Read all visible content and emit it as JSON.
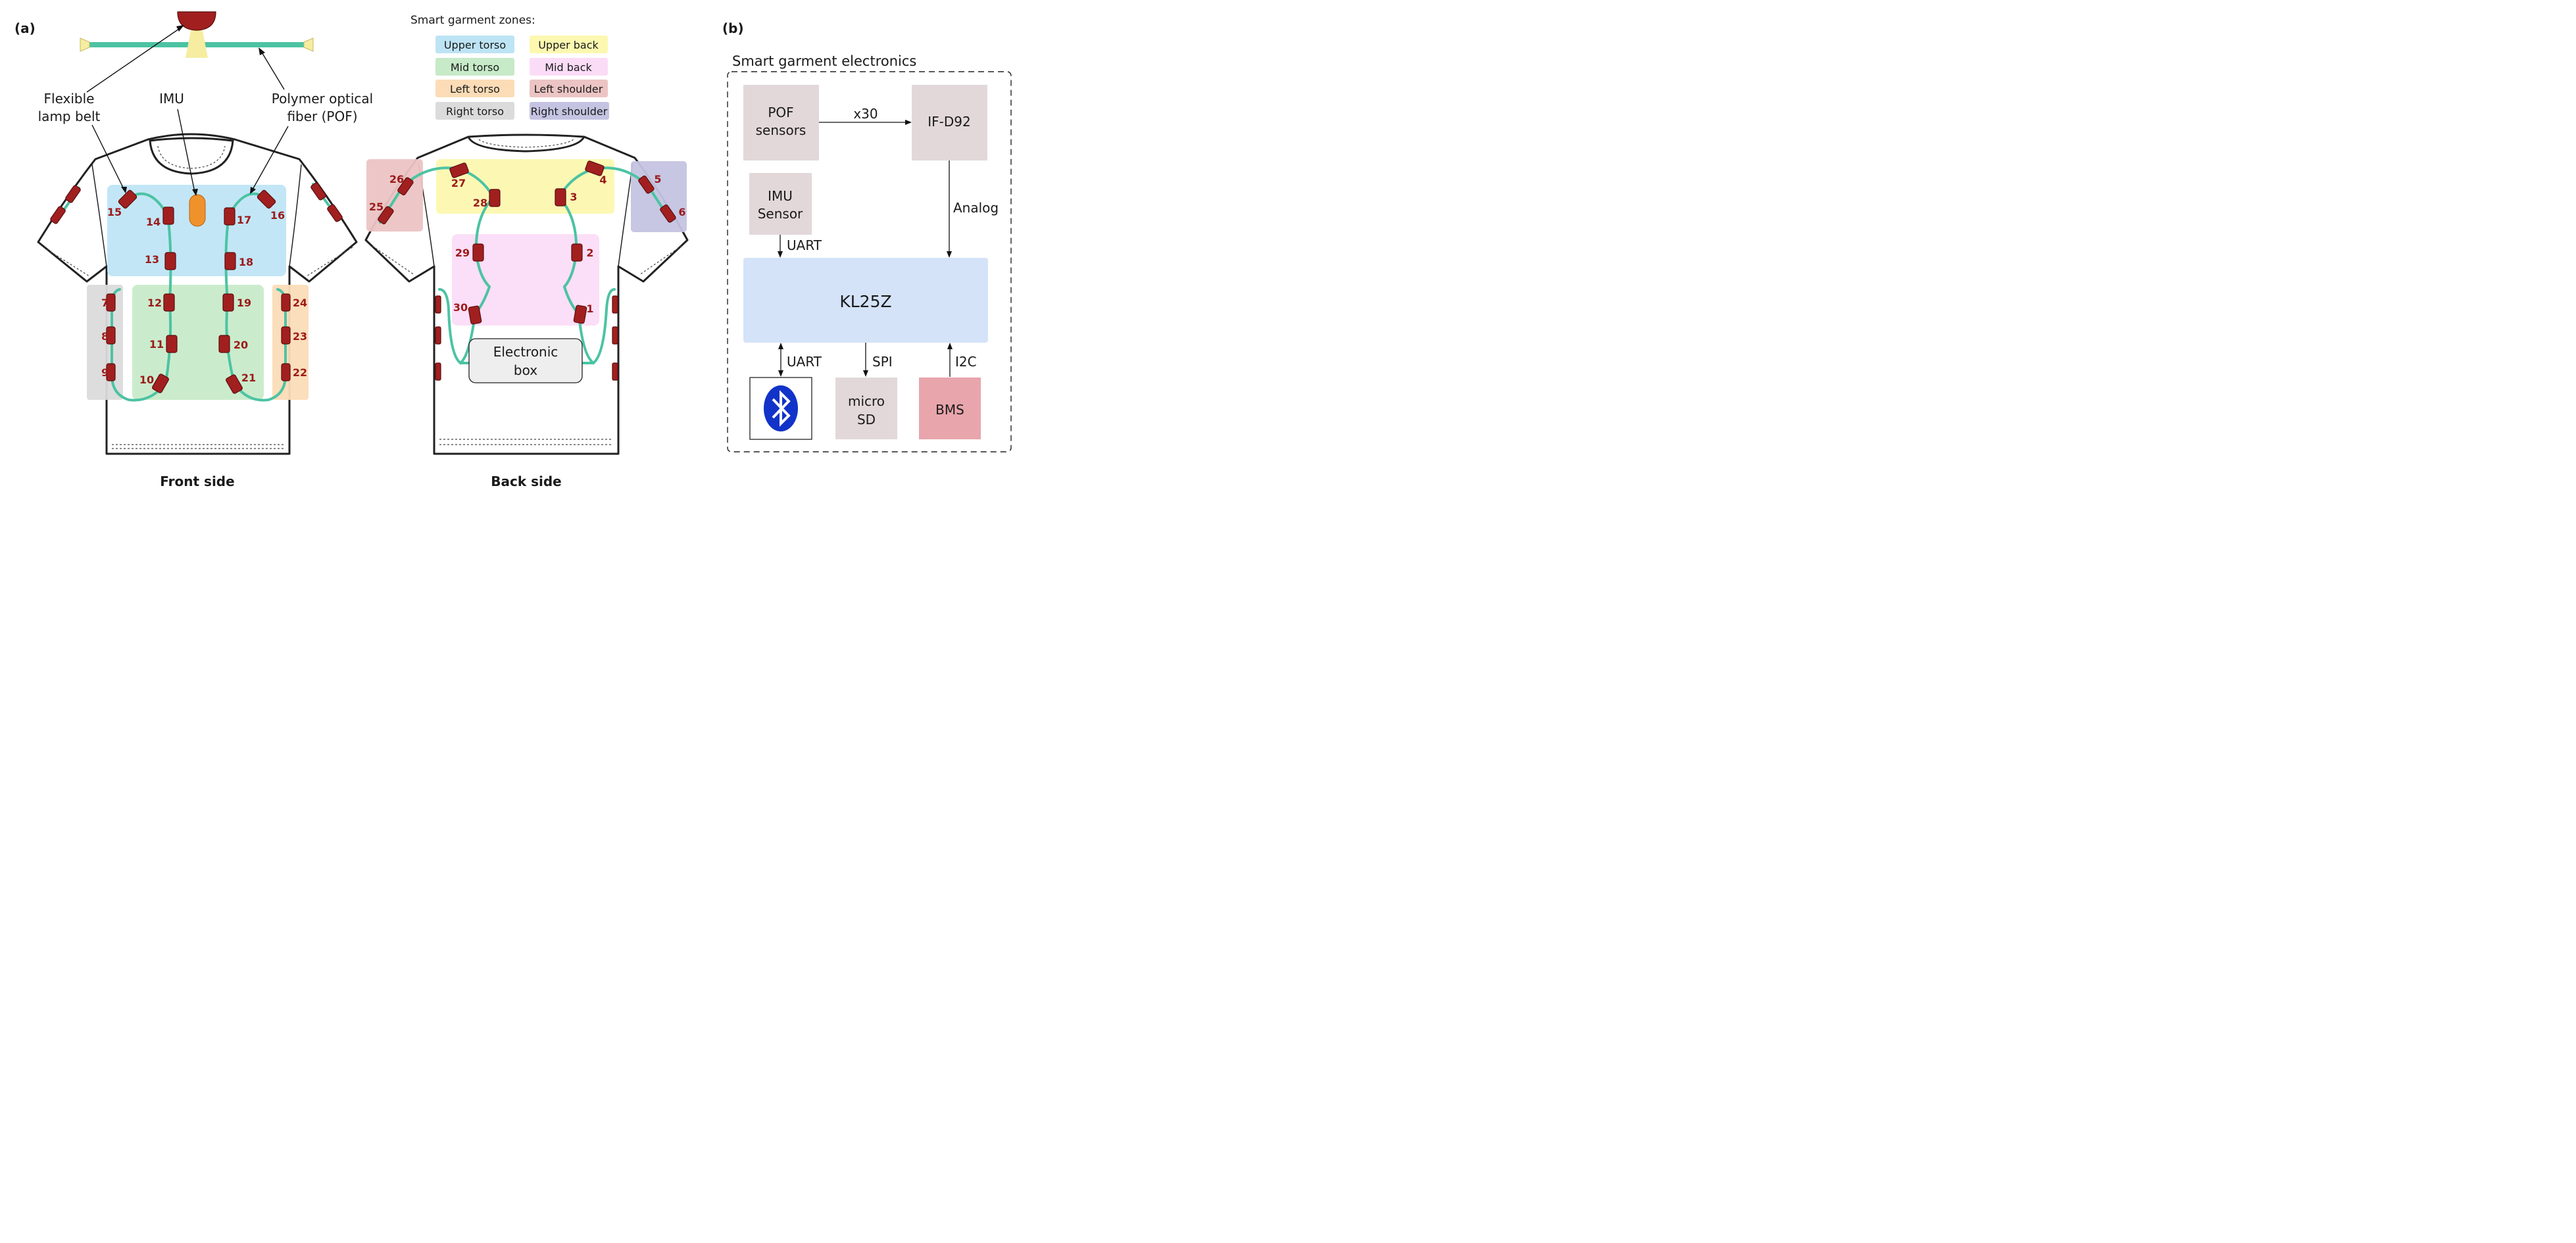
{
  "panel_a": {
    "label": "(a)",
    "callouts": {
      "lamp_belt_1": "Flexible",
      "lamp_belt_2": "lamp belt",
      "imu": "IMU",
      "pof_1": "Polymer optical",
      "pof_2": "fiber (POF)"
    },
    "front_caption": "Front side",
    "back_caption": "Back side",
    "electronic_box_1": "Electronic",
    "electronic_box_2": "box",
    "zones_title": "Smart garment zones:",
    "zones": [
      {
        "label": "Upper torso",
        "color": "#bde4f5"
      },
      {
        "label": "Upper back",
        "color": "#fcf8b0"
      },
      {
        "label": "Mid torso",
        "color": "#c7eac8"
      },
      {
        "label": "Mid back",
        "color": "#fbdcf7"
      },
      {
        "label": "Left torso",
        "color": "#fbdcb7"
      },
      {
        "label": "Left shoulder",
        "color": "#ecc4c4"
      },
      {
        "label": "Right torso",
        "color": "#dbdbdb"
      },
      {
        "label": "Right shoulder",
        "color": "#c4c4e2"
      }
    ],
    "front_numbers": [
      "7",
      "8",
      "9",
      "10",
      "11",
      "12",
      "13",
      "14",
      "15",
      "16",
      "17",
      "18",
      "19",
      "20",
      "21",
      "22",
      "23",
      "24"
    ],
    "back_numbers": [
      "1",
      "2",
      "3",
      "4",
      "5",
      "6",
      "25",
      "26",
      "27",
      "28",
      "29",
      "30"
    ]
  },
  "panel_b": {
    "label": "(b)",
    "title": "Smart garment electronics",
    "pof_sensors_1": "POF",
    "pof_sensors_2": "sensors",
    "x30": "x30",
    "ifd92": "IF-D92",
    "imu_1": "IMU",
    "imu_2": "Sensor",
    "uart_top": "UART",
    "analog": "Analog",
    "kl25z": "KL25Z",
    "uart_bottom": "UART",
    "spi": "SPI",
    "i2c": "I2C",
    "microsd_1": "micro",
    "microsd_2": "SD",
    "bms": "BMS",
    "bluetooth_icon": "bluetooth-icon",
    "colors": {
      "gray_block": "#e2d8da",
      "kl25z_block": "#d4e3f8",
      "bms_block": "#e8a5ac",
      "bluetooth_blue": "#1233c9"
    }
  }
}
